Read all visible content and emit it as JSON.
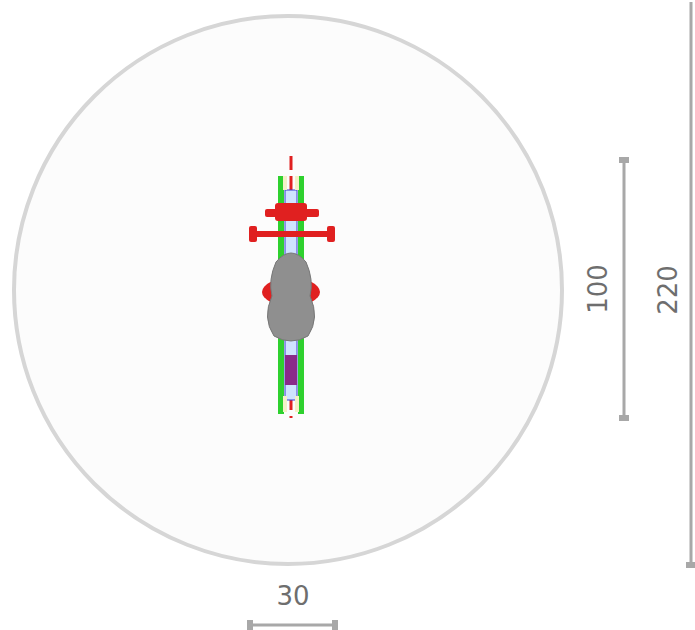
{
  "diagram": {
    "labels": [
      "100",
      "220",
      "30"
    ]
  }
}
